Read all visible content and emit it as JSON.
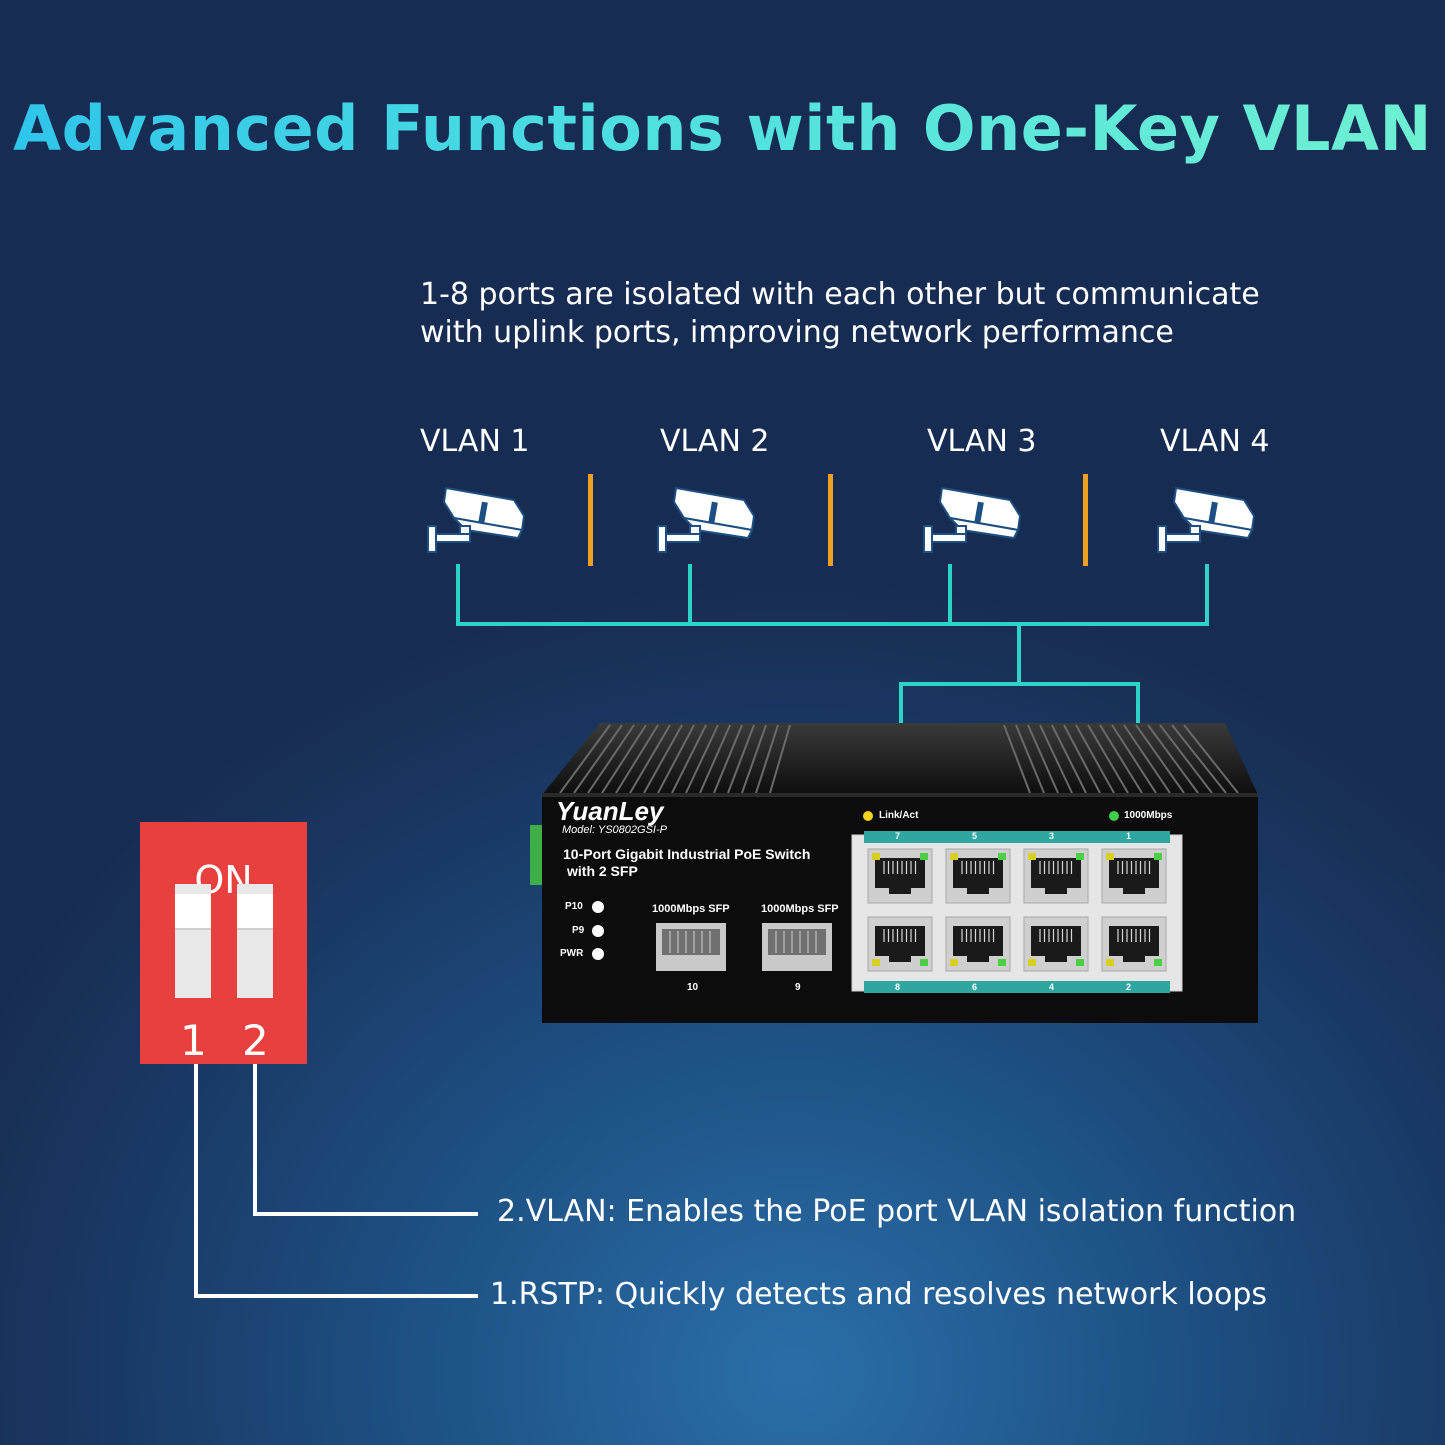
{
  "title": "Advanced Functions with One-Key VLAN",
  "description_line1": "1-8 ports are isolated with each other but communicate",
  "description_line2": "with uplink ports, improving network performance",
  "vlans": [
    {
      "label": "VLAN 1",
      "icon": "security-camera-icon"
    },
    {
      "label": "VLAN 2",
      "icon": "security-camera-icon"
    },
    {
      "label": "VLAN 3",
      "icon": "security-camera-icon"
    },
    {
      "label": "VLAN 4",
      "icon": "security-camera-icon"
    }
  ],
  "dip_switch": {
    "on_label": "ON",
    "switch1": "1",
    "switch2": "2"
  },
  "features": {
    "vlan": "2.VLAN: Enables the PoE port VLAN isolation function",
    "rstp": "1.RSTP: Quickly detects and resolves network loops"
  },
  "device": {
    "brand": "YuanLey",
    "model": "Model: YS0802GSI-P",
    "name_line1": "10-Port Gigabit Industrial PoE Switch",
    "name_line2": "with 2 SFP",
    "led_p10": "P10",
    "led_p9": "P9",
    "led_pwr": "PWR",
    "sfp_label_1": "1000Mbps SFP",
    "sfp_label_2": "1000Mbps SFP",
    "sfp_port_1": "10",
    "sfp_port_2": "9",
    "legend_link": "Link/Act",
    "legend_speed": "1000Mbps",
    "top_ports": [
      "7",
      "5",
      "3",
      "1"
    ],
    "bottom_ports": [
      "8",
      "6",
      "4",
      "2"
    ]
  },
  "colors": {
    "wire": "#2ed3c8",
    "divider": "#f0a020",
    "dip": "#e8403f",
    "title_start": "#2fc4ea",
    "title_end": "#6ff0d2"
  }
}
